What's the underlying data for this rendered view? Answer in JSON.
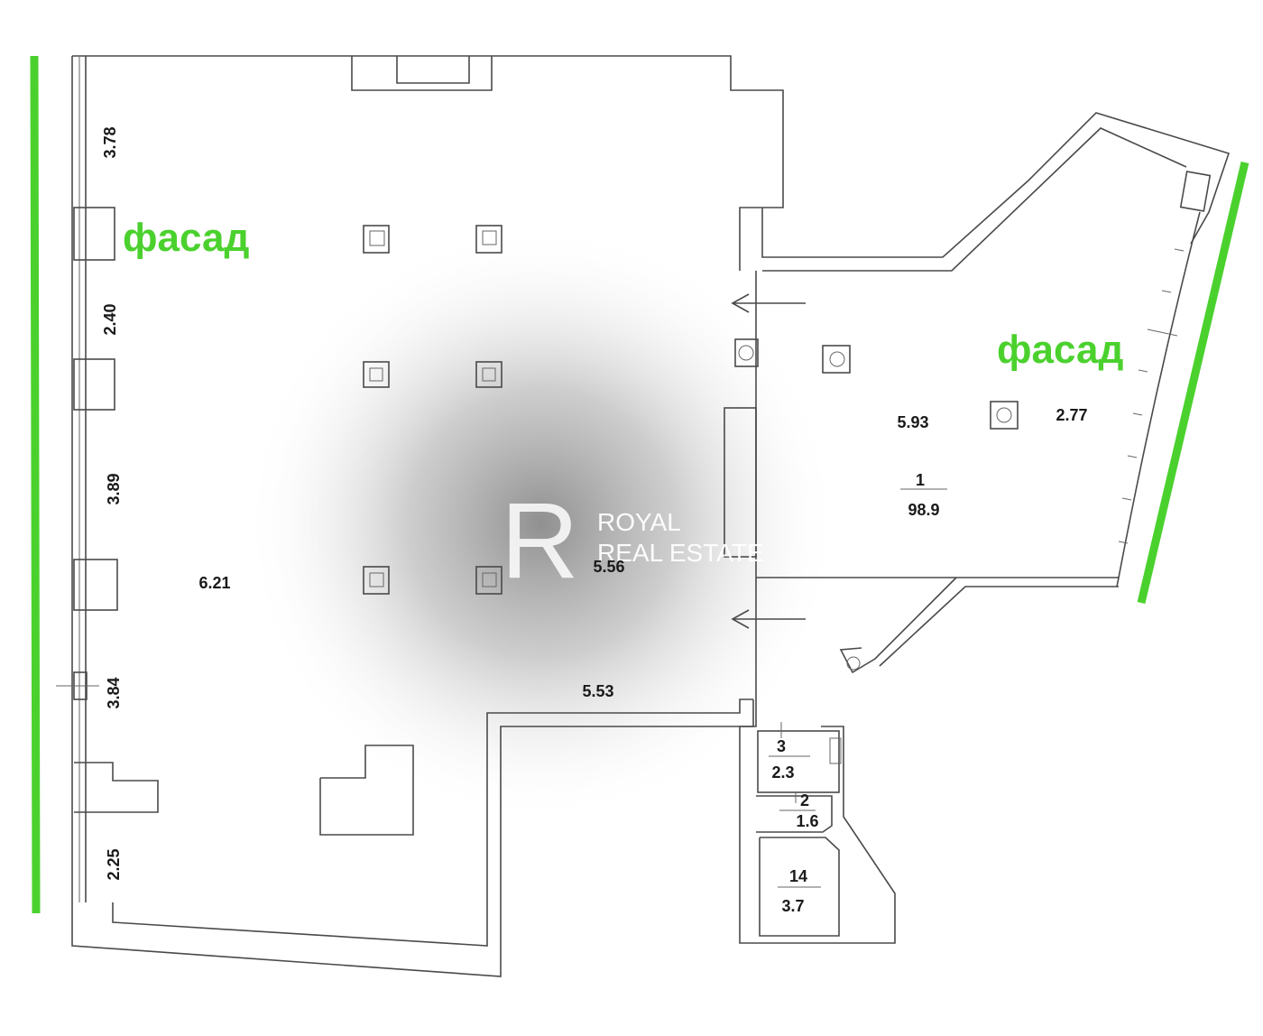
{
  "facade_label": "фасад",
  "dimensions": {
    "left_1": "3.78",
    "left_2": "2.40",
    "left_3": "3.89",
    "left_4": "3.84",
    "left_5": "2.25",
    "hall_width": "6.21",
    "mid_width": "5.56",
    "bottom_width": "5.53",
    "right_top": "5.93",
    "right_side": "2.77"
  },
  "rooms": [
    {
      "number": "1",
      "area": "98.9"
    },
    {
      "number": "3",
      "area": "2.3"
    },
    {
      "number": "2",
      "area": "1.6"
    },
    {
      "number": "14",
      "area": "3.7"
    }
  ],
  "watermark": {
    "line1": "ROYAL",
    "line2": "REAL ESTATE"
  },
  "colors": {
    "facade_green": "#4bd12e",
    "background": "#000000",
    "paper": "#ffffff"
  }
}
